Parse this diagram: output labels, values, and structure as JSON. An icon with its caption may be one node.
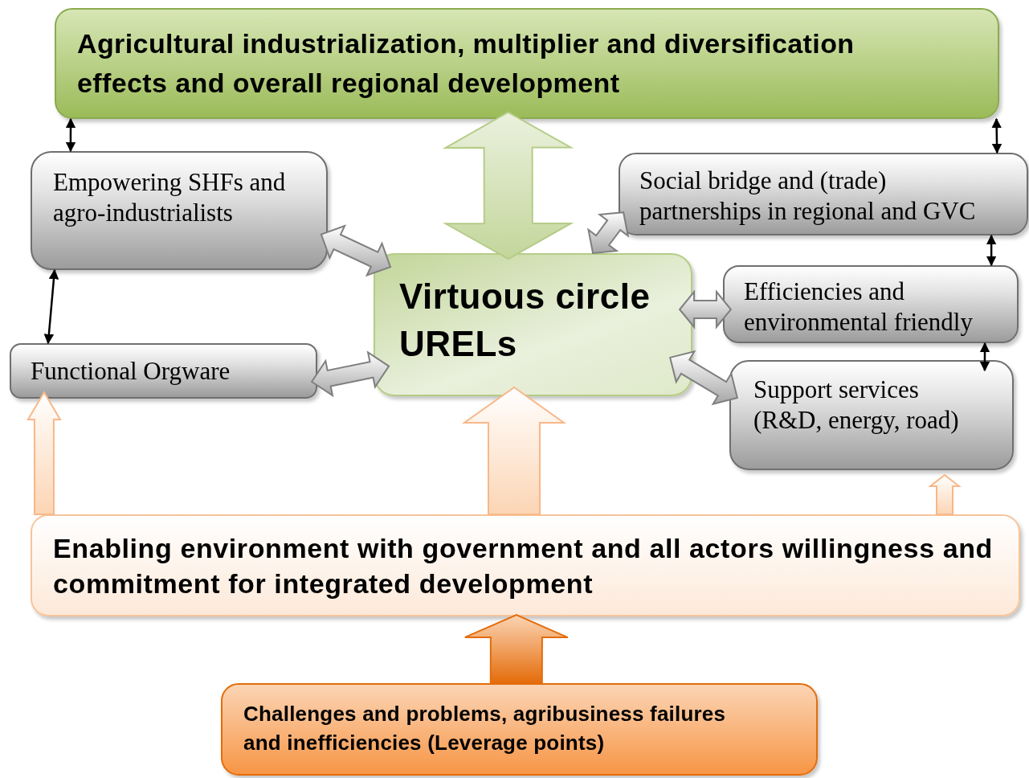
{
  "diagram": {
    "nodes": [
      {
        "text": [
          "Agricultural industrialization, multiplier and diversification effects and overall regional development"
        ]
      },
      {
        "text": [
          "Empowering SHFs and agro-industrialists"
        ]
      },
      {
        "text": [
          "Social bridge and (trade) partnerships in regional and GVC"
        ]
      },
      {
        "text": [
          "Virtuous circle URELs"
        ]
      },
      {
        "text": [
          "Efficiencies and environmental friendly"
        ]
      },
      {
        "text": [
          "Functional Orgware"
        ]
      },
      {
        "text": [
          "Support services (R&D, energy, road)"
        ]
      },
      {
        "text": [
          "Enabling environment with government and all actors willingness and commitment for integrated development"
        ]
      },
      {
        "text": [
          "Challenges and problems, agribusiness failures and inefficiencies (Leverage points)"
        ]
      }
    ],
    "edges": [
      {
        "from": 0,
        "to": 1,
        "arrow": "both"
      },
      {
        "from": 0,
        "to": 2,
        "arrow": "both"
      },
      {
        "from": 3,
        "to": 0,
        "arrow": "both",
        "style": "thick",
        "color": "#c3d69b"
      },
      {
        "from": 1,
        "to": 3,
        "arrow": "both",
        "style": "thick"
      },
      {
        "from": 2,
        "to": 3,
        "arrow": "both",
        "style": "thick"
      },
      {
        "from": 1,
        "to": 5,
        "arrow": "both"
      },
      {
        "from": 2,
        "to": 4,
        "arrow": "both"
      },
      {
        "from": 4,
        "to": 6,
        "arrow": "both"
      },
      {
        "from": 3,
        "to": 4,
        "arrow": "both",
        "style": "thick"
      },
      {
        "from": 5,
        "to": 3,
        "arrow": "both",
        "style": "thick"
      },
      {
        "from": 6,
        "to": 3,
        "arrow": "both",
        "style": "thick"
      },
      {
        "from": 7,
        "to": 5,
        "arrow": "to",
        "style": "thick",
        "color": "#fde9d9"
      },
      {
        "from": 7,
        "to": 3,
        "arrow": "to",
        "style": "thick",
        "color": "#fde9d9"
      },
      {
        "from": 7,
        "to": 6,
        "arrow": "to",
        "style": "thick",
        "color": "#fde9d9"
      },
      {
        "from": 8,
        "to": 7,
        "arrow": "to",
        "style": "thick",
        "color": "#f79646"
      }
    ]
  }
}
